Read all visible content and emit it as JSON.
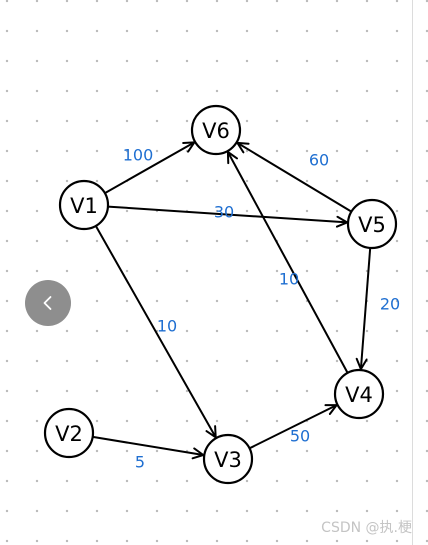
{
  "graph": {
    "nodes": [
      {
        "id": "v1",
        "label": "V1"
      },
      {
        "id": "v2",
        "label": "V2"
      },
      {
        "id": "v3",
        "label": "V3"
      },
      {
        "id": "v4",
        "label": "V4"
      },
      {
        "id": "v5",
        "label": "V5"
      },
      {
        "id": "v6",
        "label": "V6"
      }
    ],
    "edges": [
      {
        "from": "v1",
        "to": "v6",
        "weight": "100"
      },
      {
        "from": "v1",
        "to": "v5",
        "weight": "30"
      },
      {
        "from": "v1",
        "to": "v3",
        "weight": "10"
      },
      {
        "from": "v5",
        "to": "v6",
        "weight": "60"
      },
      {
        "from": "v5",
        "to": "v4",
        "weight": "20"
      },
      {
        "from": "v4",
        "to": "v6",
        "weight": "10"
      },
      {
        "from": "v3",
        "to": "v4",
        "weight": "50"
      },
      {
        "from": "v2",
        "to": "v3",
        "weight": "5"
      }
    ]
  },
  "colors": {
    "node_stroke": "#000000",
    "edge": "#000000",
    "weight_text": "#1f6fd1",
    "back_button": "#8e8e8e"
  },
  "back_button": {
    "icon": "chevron-left-icon"
  },
  "watermark": {
    "text": "CSDN @执.梗"
  }
}
